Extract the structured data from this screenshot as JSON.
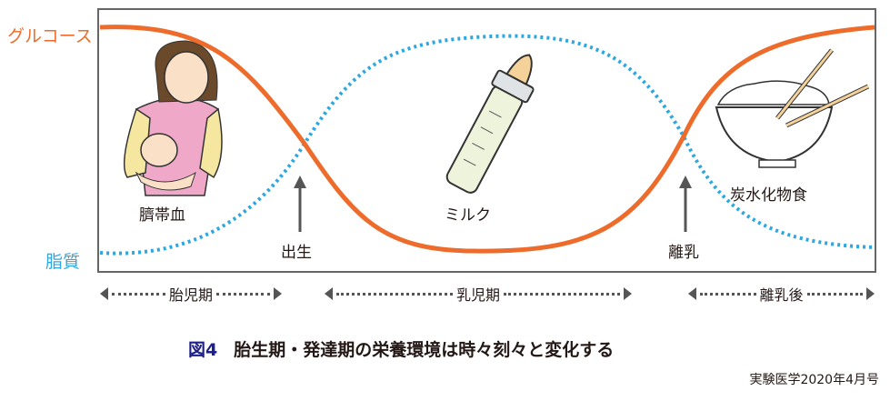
{
  "labels": {
    "glucose": "グルコース",
    "lipid": "脂質",
    "cord_blood": "臍帯血",
    "birth": "出生",
    "milk": "ミルク",
    "weaning": "離乳",
    "carb_food": "炭水化物食"
  },
  "periods": [
    "胎児期",
    "乳児期",
    "離乳後"
  ],
  "caption": {
    "number": "図4",
    "text": "胎生期・発達期の栄養環境は時々刻々と変化する"
  },
  "source": "実験医学2020年4月号",
  "colors": {
    "glucose": "#ee6c2b",
    "lipid": "#2ca7e0",
    "caption_number": "#1d2088"
  }
}
